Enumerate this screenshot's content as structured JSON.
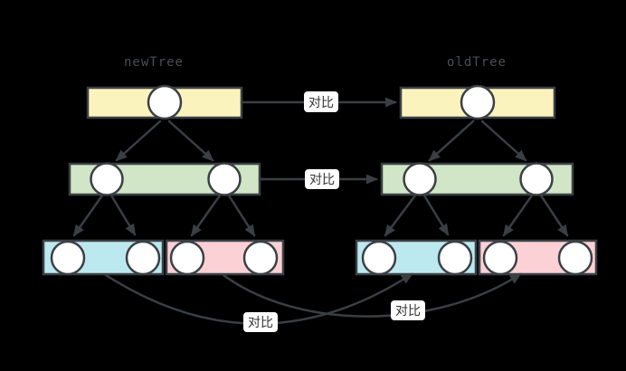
{
  "diagram": {
    "new_tree_title": "newTree",
    "old_tree_title": "oldTree",
    "compare_labels": {
      "roots": "对比",
      "children": "对比",
      "left_grandchildren": "对比",
      "right_grandchildren": "对比"
    }
  },
  "colors": {
    "background": "#000000",
    "border": "#3b4045",
    "node": "#ffffff",
    "yellow": "#fbf3bd",
    "green": "#d0e6c6",
    "cyan": "#bce9ef",
    "pink": "#fbd1d6",
    "arrow": "#3a3f44",
    "label_bg": "#ffffff",
    "label_text": "#333333",
    "title": "#4b4e52"
  }
}
